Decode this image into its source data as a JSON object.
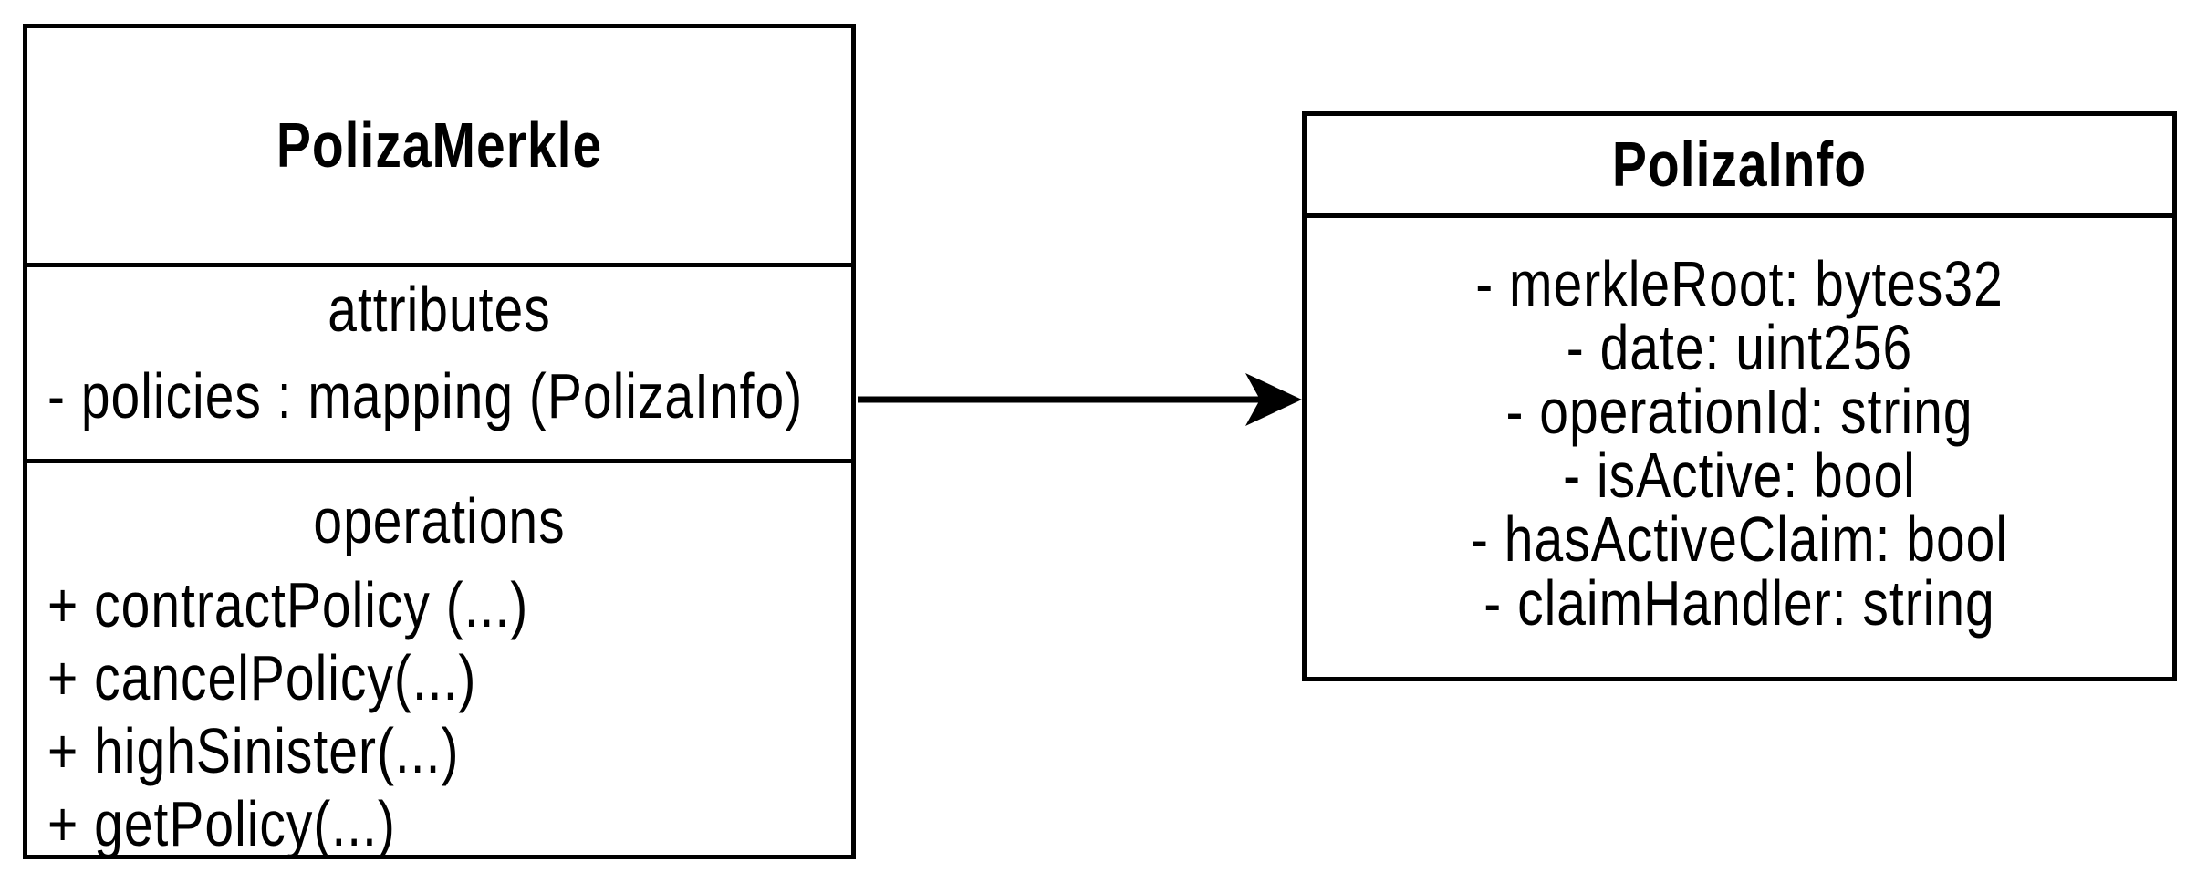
{
  "colors": {
    "stroke": "#000000",
    "fill": "#ffffff",
    "background": "#ffffff"
  },
  "left_class": {
    "title": "PolizaMerkle",
    "attributes_header": "attributes",
    "attributes": [
      "- policies : mapping (PolizaInfo)"
    ],
    "operations_header": "operations",
    "operations": [
      "+ contractPolicy (...)",
      "+ cancelPolicy(...)",
      "+ highSinister(...)",
      "+ getPolicy(...)"
    ]
  },
  "right_class": {
    "title": "PolizaInfo",
    "attributes": [
      "- merkleRoot: bytes32",
      "- date: uint256",
      "- operationId: string",
      "- isActive: bool",
      "- hasActiveClaim: bool",
      "- claimHandler: string"
    ]
  },
  "relation": {
    "type": "directed-association",
    "from": "PolizaMerkle",
    "to": "PolizaInfo"
  }
}
